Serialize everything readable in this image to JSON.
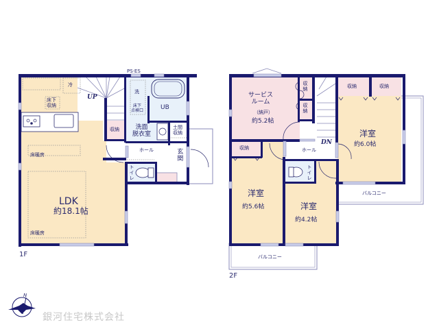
{
  "colors": {
    "wall": "#1a1a6e",
    "ldk_floor": "#fbe8c4",
    "storage_floor": "#f8e1e4",
    "wet_floor": "#e8f1fa",
    "hall_floor": "#ffffff",
    "line": "#8a8ab8",
    "text": "#2a2a6e",
    "company_text": "#c8c8c8"
  },
  "floor1": {
    "label": "1F",
    "ps_es": "PS·ES",
    "rooms": {
      "ldk": {
        "name": "LDK",
        "size": "約18.1帖"
      },
      "floor_heating_1": "床暖房",
      "floor_heating_2": "床暖房",
      "underfloor_storage": "床下\n収納",
      "fridge": "冷",
      "up": "UP",
      "storage_stairs": "収納",
      "washer": "洗",
      "underfloor_inspection": "床下\n点検口",
      "ub": "UB",
      "washroom": "洗面\n脱衣室",
      "doma_storage": "土間\n収納",
      "hall": "ホール",
      "entrance": "玄関",
      "toilet": "トイレ"
    }
  },
  "floor2": {
    "label": "2F",
    "rooms": {
      "service_room": {
        "name": "サービス\nルーム",
        "sub": "（納戸）",
        "size": "約5.2帖"
      },
      "storage_a": "収納",
      "storage_b": "収納",
      "storage_c": "収納",
      "storage_d": "収納",
      "storage_e": "収納",
      "western_6": {
        "name": "洋室",
        "size": "約6.0帖"
      },
      "western_56": {
        "name": "洋室",
        "size": "約5.6帖"
      },
      "western_42": {
        "name": "洋室",
        "size": "約4.2帖"
      },
      "hall": "ホール",
      "dn": "DN",
      "toilet": "トイレ",
      "balcony_right": "バルコニー",
      "balcony_bottom": "バルコニー"
    }
  },
  "footer": {
    "company": "銀河住宅株式会社",
    "compass": "N"
  }
}
